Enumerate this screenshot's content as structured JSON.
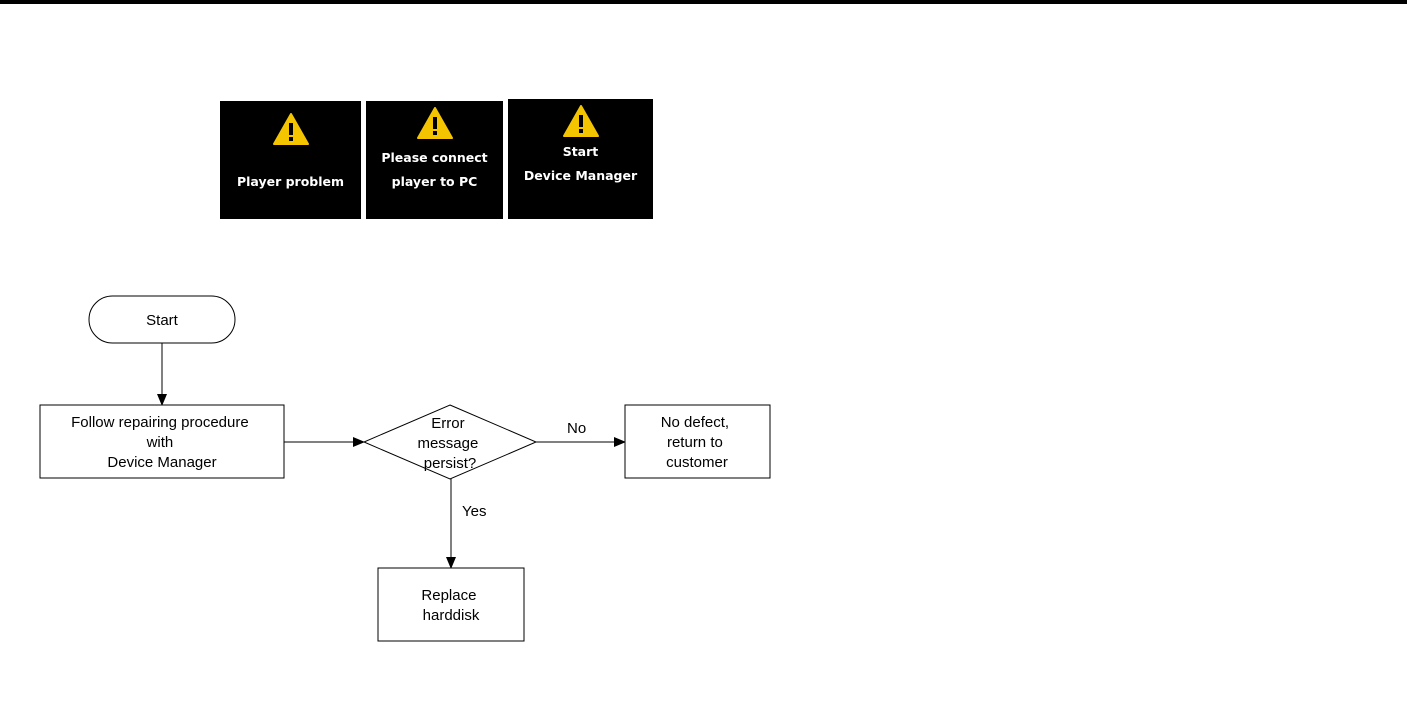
{
  "screens": [
    {
      "lines": [
        "Player problem"
      ]
    },
    {
      "lines": [
        "Please connect",
        "player to PC"
      ]
    },
    {
      "lines": [
        "Start",
        "Device Manager"
      ]
    }
  ],
  "flowchart": {
    "start": "Start",
    "procedure": [
      "Follow repairing procedure",
      "with",
      "Device Manager"
    ],
    "decision": [
      "Error",
      "message",
      "persist?"
    ],
    "no_label": "No",
    "yes_label": "Yes",
    "no_result": [
      "No defect,",
      "return to",
      "customer"
    ],
    "yes_result": [
      "Replace",
      "harddisk"
    ]
  },
  "colors": {
    "warning": "#f5c400",
    "screen_bg": "#000000"
  },
  "icons": [
    "warning-icon"
  ]
}
